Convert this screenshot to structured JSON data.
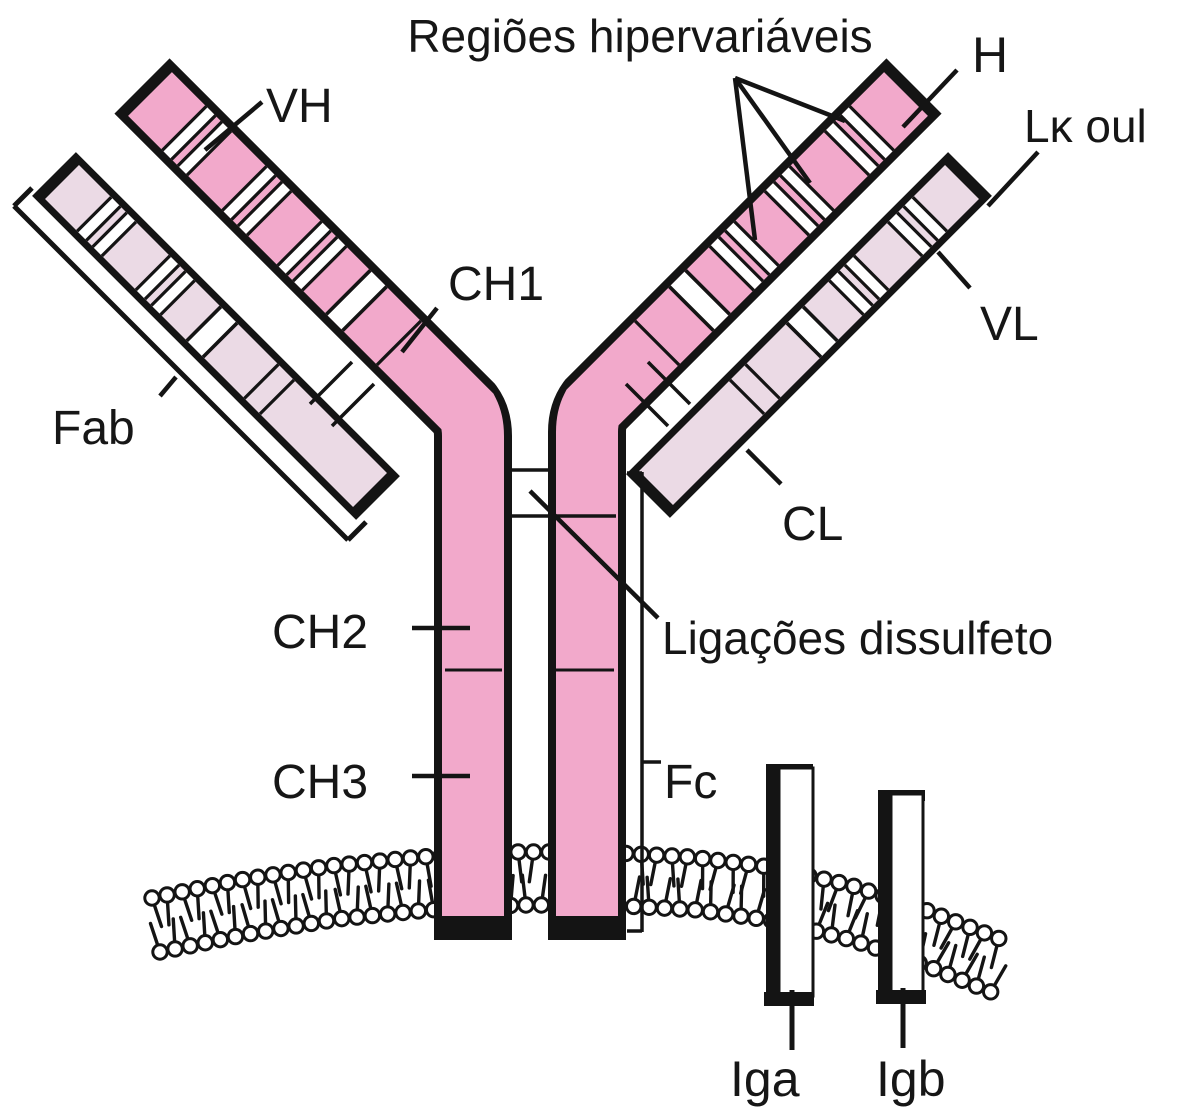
{
  "title": "Regiões hipervariáveis",
  "labels": {
    "vh": "VH",
    "h": "H",
    "lk": "Lκ oul",
    "vl": "VL",
    "ch1": "CH1",
    "fab": "Fab",
    "cl": "CL",
    "ch2": "CH2",
    "ch3": "CH3",
    "disulfide": "Ligações dissulfeto",
    "fc": "Fc",
    "iga": "Iga",
    "igb": "Igb"
  },
  "colors": {
    "heavy_chain": "#F2A9CB",
    "light_chain": "#EBDAE5",
    "outline": "#141414",
    "white": "#FFFFFF"
  }
}
